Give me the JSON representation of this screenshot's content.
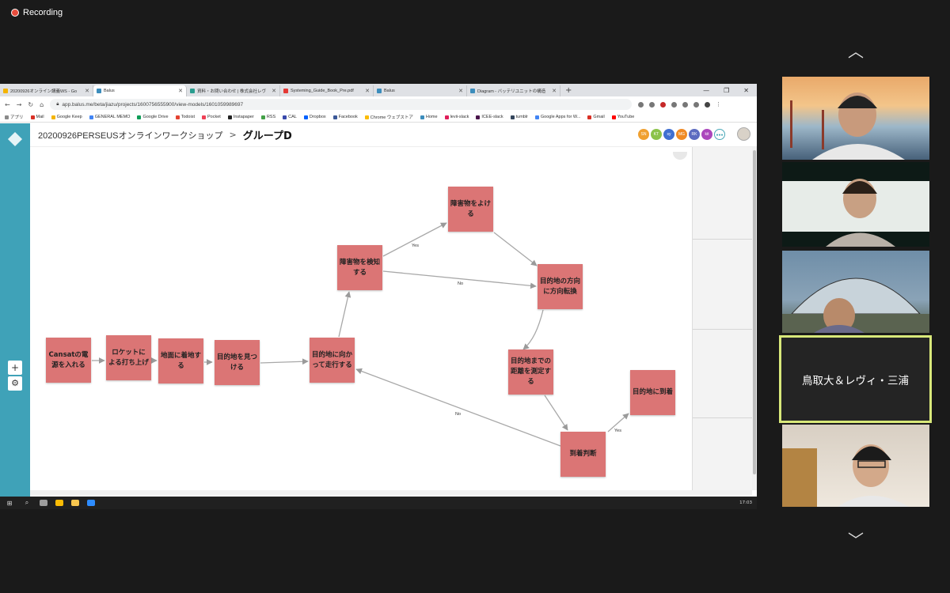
{
  "recording": {
    "label": "Recording"
  },
  "browser": {
    "tabs": [
      {
        "label": "20200926オンライン講義WS - Go",
        "active": false
      },
      {
        "label": "Balus",
        "active": true
      },
      {
        "label": "資料・お問い合わせ | 株式会社レヴ",
        "active": false
      },
      {
        "label": "Systeming_Guide_Book_Pre.pdf",
        "active": false
      },
      {
        "label": "Balus",
        "active": false
      },
      {
        "label": "Diagram - バッテリユニットの構造",
        "active": false
      }
    ],
    "url": "app.balus.me/beta/jiazu/projects/1600756555900/view-models/1601059989697",
    "bookmarks": [
      "アプリ",
      "Mail",
      "Google Keep",
      "GENERAL MEMO",
      "Google Drive",
      "Todoist",
      "Pocket",
      "Instapaper",
      "RSS",
      "CAL",
      "Dropbox",
      "Facebook",
      "Chrome ウェブストア",
      "Home",
      "levii-slack",
      "ICEE-slack",
      "tumblr",
      "Google Apps for W...",
      "Gmail",
      "YouTube"
    ]
  },
  "app": {
    "breadcrumb_project": "20200926PERSEUSオンラインワークショップ",
    "breadcrumb_sep": ">",
    "page_title": "グループD",
    "avatars": [
      {
        "label": "SN",
        "color": "#f0a030"
      },
      {
        "label": "KT",
        "color": "#8bc34a"
      },
      {
        "label": "sy",
        "color": "#3f6fd1"
      },
      {
        "label": "MG",
        "color": "#f08a24"
      },
      {
        "label": "RK",
        "color": "#5c6bc0"
      },
      {
        "label": "kit",
        "color": "#ab47bc"
      },
      {
        "label": "●●●",
        "color": "#4aa8b8"
      }
    ],
    "zoom_in_label": "+",
    "settings_label": "⚙"
  },
  "diagram": {
    "nodes": {
      "n1": "Cansatの電源を入れる",
      "n2": "ロケットによる打ち上げ",
      "n3": "地面に着地する",
      "n4": "目的地を見つける",
      "n5": "目的地に向かって走行する",
      "n6": "障害物を検知する",
      "n7": "障害物をよける",
      "n8": "目的地の方向に方向転換",
      "n9": "目的地までの距離を測定する",
      "n10": "到着判断",
      "n11": "目的地に到着"
    },
    "edge_labels": {
      "e1": "Yes",
      "e2": "No",
      "e3": "No",
      "e4": "Yes"
    }
  },
  "taskbar": {
    "time": "17:03"
  },
  "participants": [
    {
      "name": "",
      "video": true
    },
    {
      "name": "",
      "video": true
    },
    {
      "name": "",
      "video": true
    },
    {
      "name": "鳥取大＆レヴィ・三浦",
      "video": false,
      "active_speaker": true
    },
    {
      "name": "",
      "video": true
    }
  ]
}
